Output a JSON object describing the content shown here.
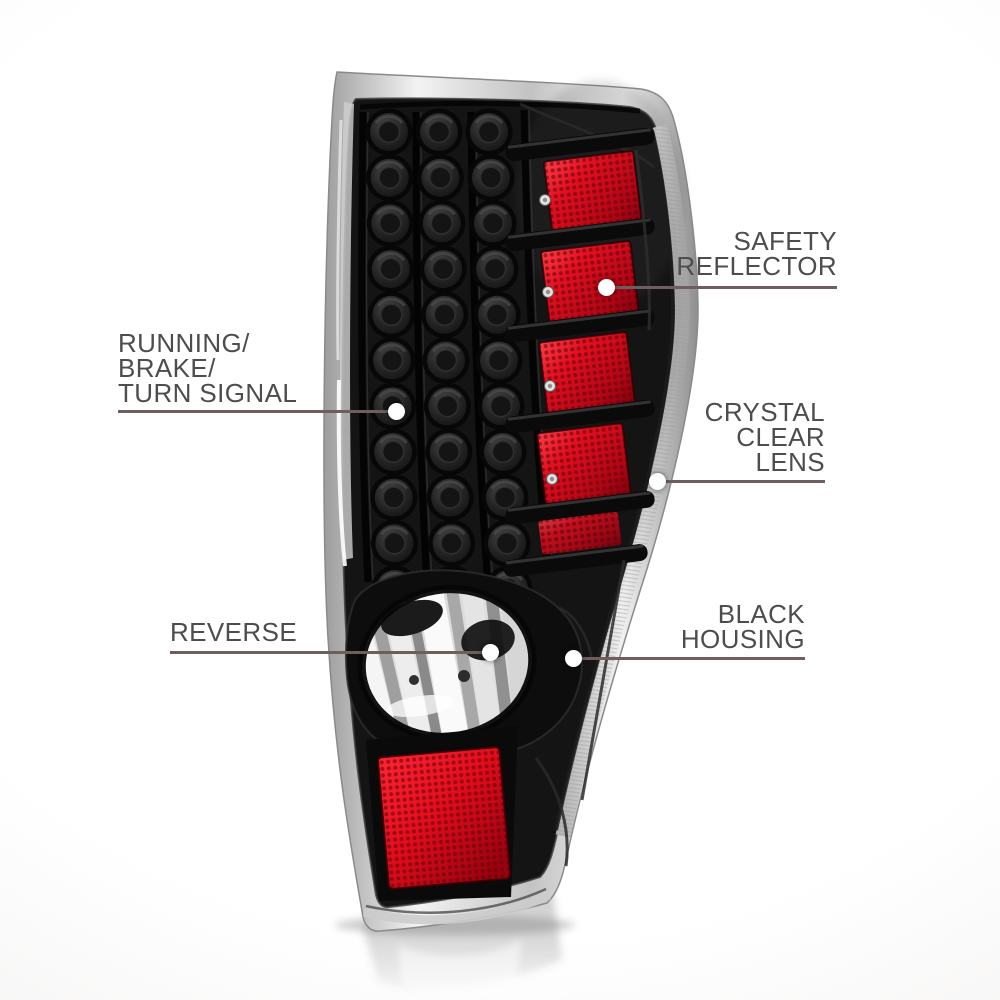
{
  "image": {
    "description": "LED tail light with black housing shown on white background with annotated part callouts"
  },
  "colors": {
    "label_text": "#4d4d4d",
    "leader_line": "#6e5f5e",
    "callout_dot": "#ffffff",
    "reflector_red": "#dd0f1d",
    "housing_black": "#141414",
    "chrome": "#d9d9d9"
  },
  "callouts": {
    "safety_reflector": {
      "lines": [
        "SAFETY",
        "REFLECTOR"
      ]
    },
    "running_brake_turn_signal": {
      "lines": [
        "RUNNING/",
        "BRAKE/",
        "TURN SIGNAL"
      ]
    },
    "crystal_clear_lens": {
      "lines": [
        "CRYSTAL",
        "CLEAR",
        "LENS"
      ]
    },
    "reverse": {
      "lines": [
        "REVERSE"
      ]
    },
    "black_housing": {
      "lines": [
        "BLACK",
        "HOUSING"
      ]
    }
  },
  "lamp": {
    "led_grid": {
      "columns": 3,
      "rows": 11
    },
    "safety_reflector_segments": 4
  }
}
